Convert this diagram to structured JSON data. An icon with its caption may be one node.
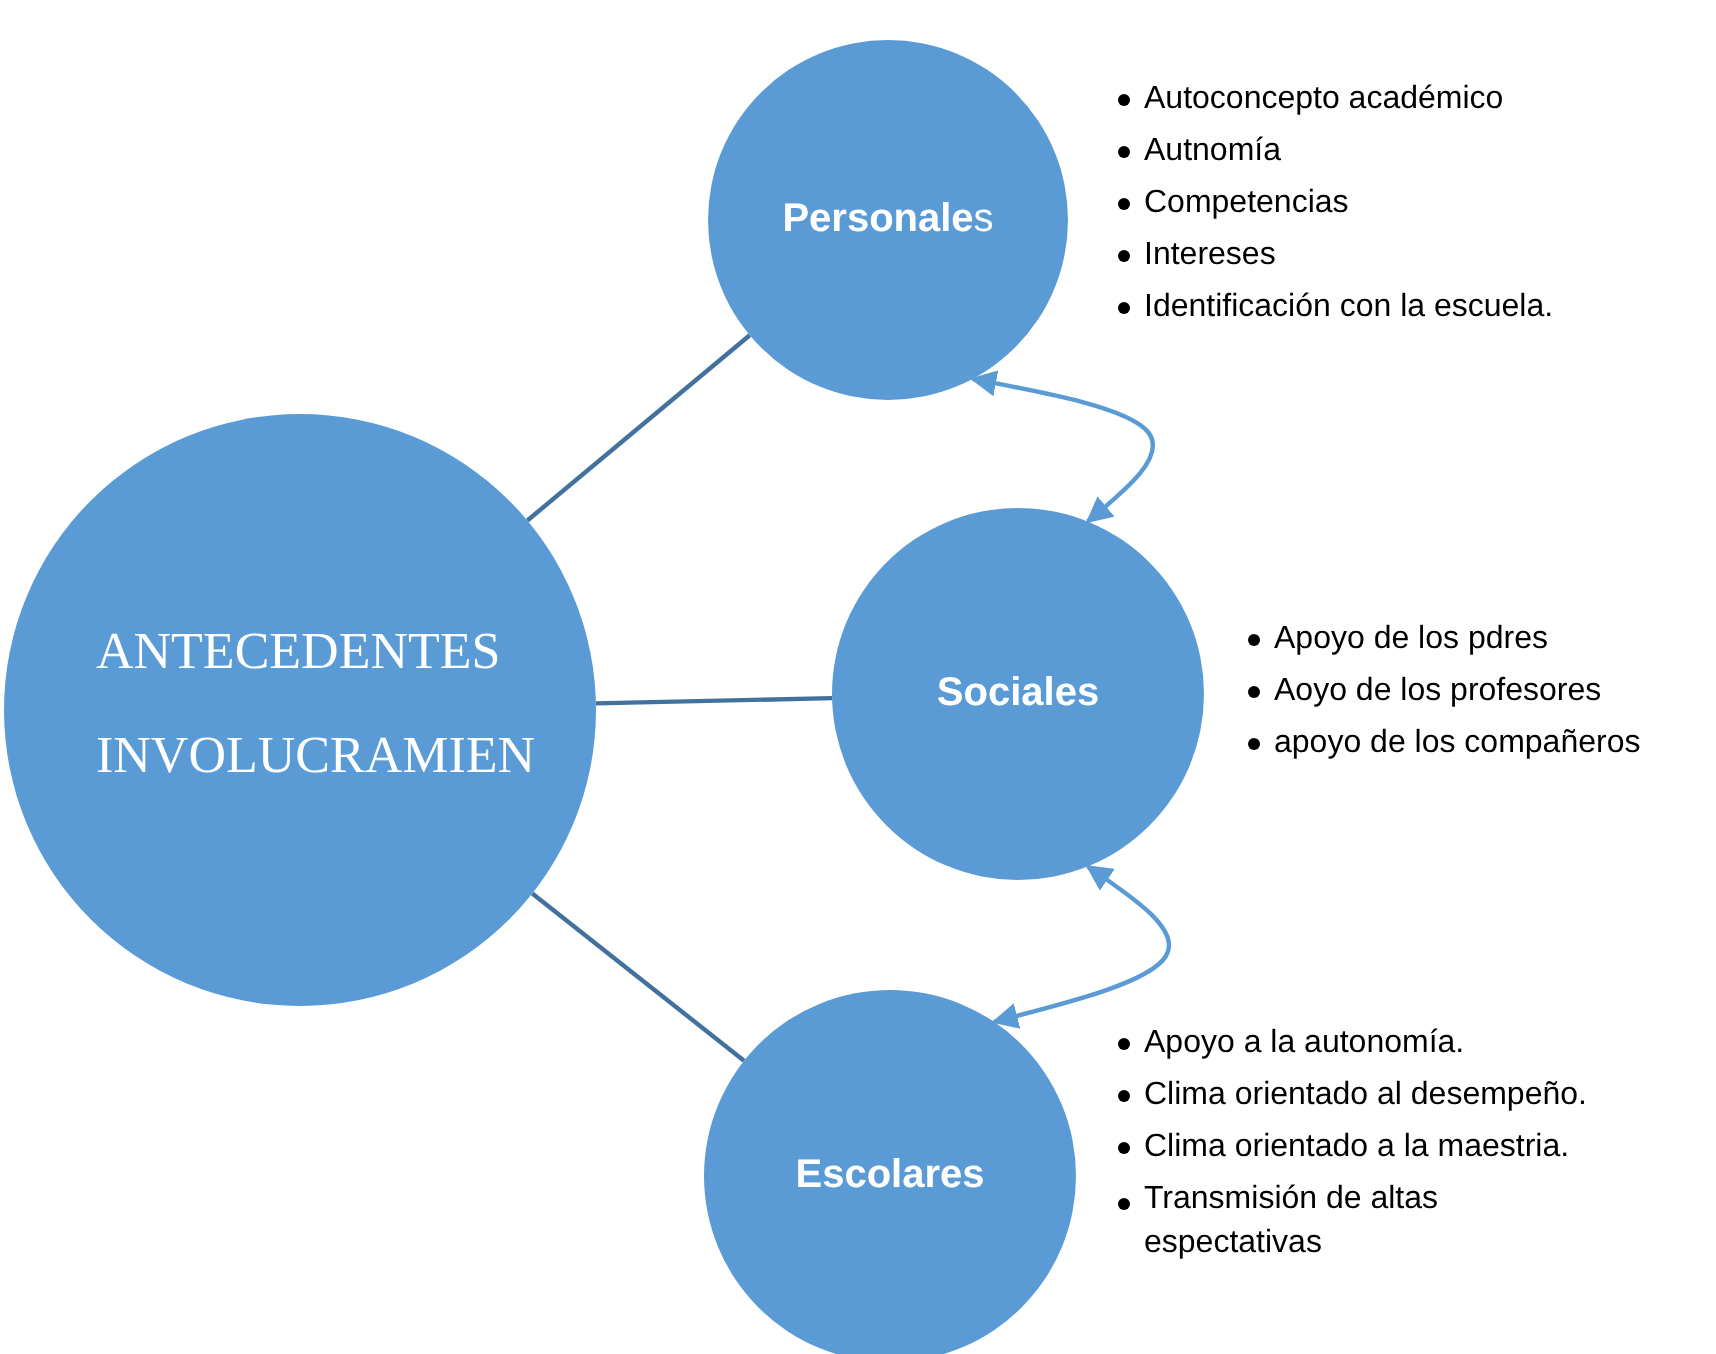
{
  "diagram": {
    "nodes": [
      {
        "text": [
          "ANTECEDENTES INVOLUCRAMIEN"
        ]
      },
      {
        "text": [
          "**Personale**s"
        ],
        "beside": [
          "Autoconcepto académico",
          "Autnomía",
          "Competencias",
          "Intereses",
          "Identificación con la escuela."
        ]
      },
      {
        "text": [
          "Sociales"
        ],
        "beside": [
          "Apoyo de los pdres",
          "Aoyo de los profesores",
          "apoyo de los compañeros"
        ]
      },
      {
        "text": [
          "Escolares"
        ],
        "beside": [
          "Apoyo a la autonomía.",
          "Clima orientado al desempeño.",
          "Clima orientado a la maestria.",
          "Transmisión de altas espectativas"
        ]
      }
    ],
    "edges": [
      {
        "from": 0,
        "to": 1,
        "arrow": "none"
      },
      {
        "from": 0,
        "to": 2,
        "arrow": "none"
      },
      {
        "from": 0,
        "to": 3,
        "arrow": "none"
      },
      {
        "from": 1,
        "to": 2,
        "arrow": "both",
        "color": "#5b9bd5"
      },
      {
        "from": 2,
        "to": 3,
        "arrow": "both",
        "color": "#5b9bd5"
      }
    ]
  }
}
